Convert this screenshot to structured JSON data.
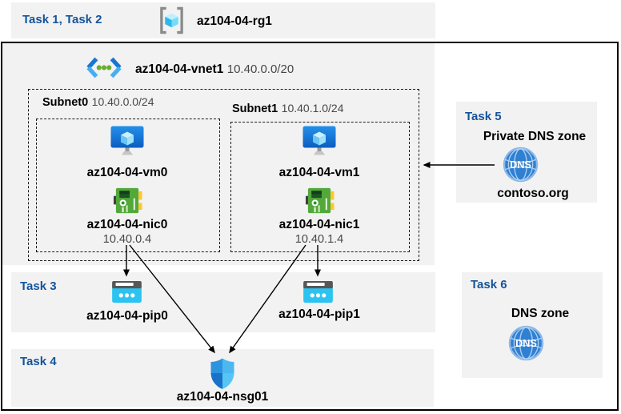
{
  "colors": {
    "task_label_blue": "#15549A",
    "panel_gray": "#F2F2F2",
    "muted_text": "#474747",
    "arrow_black": "#000000"
  },
  "header": {
    "tasks_label": "Task 1, Task 2",
    "resource_group": "az104-04-rg1"
  },
  "vnet": {
    "name": "az104-04-vnet1",
    "cidr": "10.40.0.0/20",
    "subnets": [
      {
        "name": "Subnet0",
        "cidr": "10.40.0.0/24",
        "vm": "az104-04-vm0",
        "nic": "az104-04-nic0",
        "private_ip": "10.40.0.4"
      },
      {
        "name": "Subnet1",
        "cidr": "10.40.1.0/24",
        "vm": "az104-04-vm1",
        "nic": "az104-04-nic1",
        "private_ip": "10.40.1.4"
      }
    ]
  },
  "task3": {
    "label": "Task 3",
    "public_ips": [
      "az104-04-pip0",
      "az104-04-pip1"
    ]
  },
  "task4": {
    "label": "Task 4",
    "nsg": "az104-04-nsg01"
  },
  "task5": {
    "label": "Task 5",
    "title": "Private DNS zone",
    "zone_name": "contoso.org",
    "dns_badge": "DNS"
  },
  "task6": {
    "label": "Task 6",
    "title": "DNS zone",
    "dns_badge": "DNS"
  }
}
